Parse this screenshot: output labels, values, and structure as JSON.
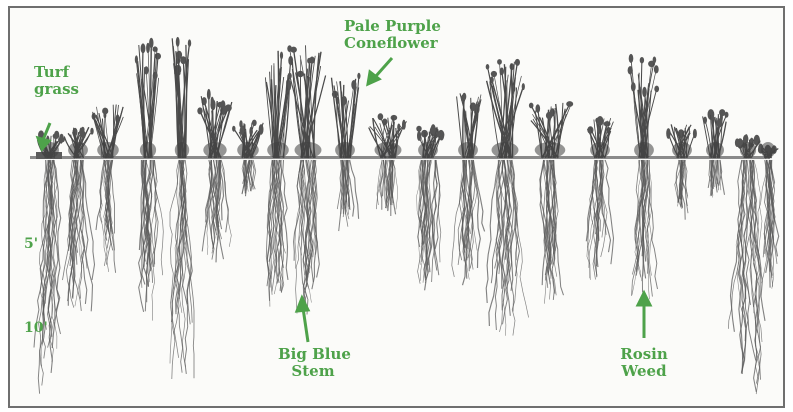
{
  "labels": {
    "turf": [
      "Turf",
      "grass"
    ],
    "coneflower": [
      "Pale Purple",
      "Coneflower"
    ],
    "bluestem": [
      "Big Blue",
      "Stem"
    ],
    "rosin": [
      "Rosin",
      "Weed"
    ]
  },
  "depth_marks": [
    "5'",
    "10'"
  ],
  "colors": {
    "label_green": "#4ea24a",
    "root_gray": "#5a5a5a",
    "ground": "#6b6b6b"
  }
}
